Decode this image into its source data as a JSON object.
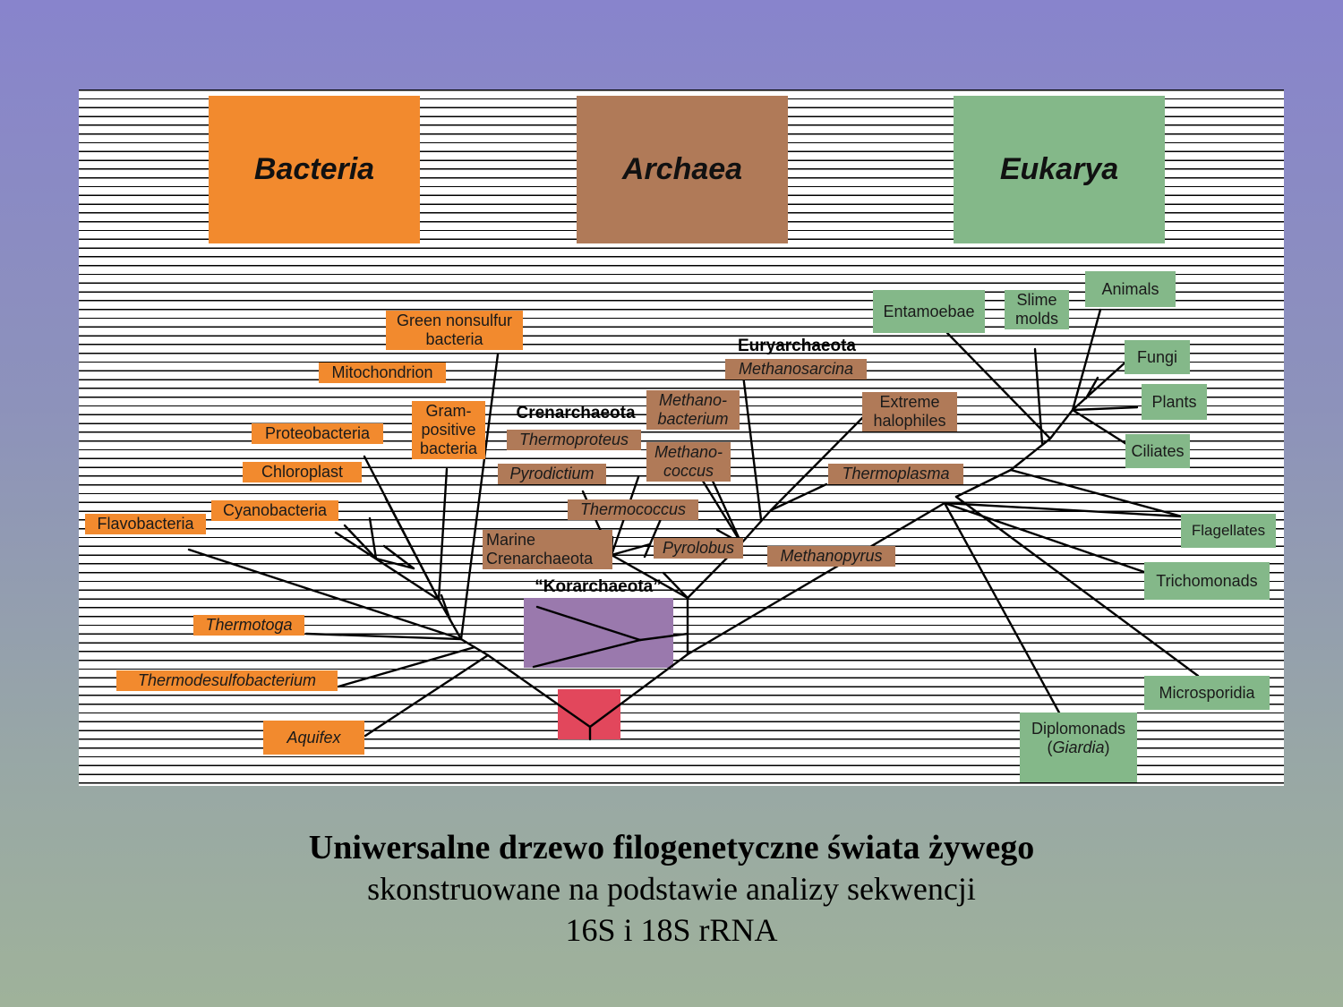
{
  "domains": {
    "bacteria": "Bacteria",
    "archaea": "Archaea",
    "eukarya": "Eukarya"
  },
  "colors": {
    "bacteria": "#f28a2e",
    "archaea": "#b07a58",
    "eukarya": "#84b889",
    "korarchaeota": "#9a79ad",
    "root": "#e2475c"
  },
  "bacteria_labels": {
    "green_nonsulfur_1": "Green nonsulfur",
    "green_nonsulfur_2": "bacteria",
    "mitochondrion": "Mitochondrion",
    "gram_positive_1": "Gram-",
    "gram_positive_2": "positive",
    "gram_positive_3": "bacteria",
    "proteobacteria": "Proteobacteria",
    "chloroplast": "Chloroplast",
    "cyanobacteria": "Cyanobacteria",
    "flavobacteria": "Flavobacteria",
    "thermotoga": "Thermotoga",
    "thermodesulfobacterium": "Thermodesulfobacterium",
    "aquifex": "Aquifex"
  },
  "archaea_labels": {
    "euryarchaeota": "Euryarchaeota",
    "methanosarcina": "Methanosarcina",
    "methanobacterium_1": "Methano-",
    "methanobacterium_2": "bacterium",
    "extreme_halophiles_1": "Extreme",
    "extreme_halophiles_2": "halophiles",
    "crenarchaeota": "Crenarchaeota",
    "thermoproteus": "Thermoproteus",
    "methanococcus_1": "Methano-",
    "methanococcus_2": "coccus",
    "pyrodictium": "Pyrodictium",
    "thermoplasma": "Thermoplasma",
    "thermococcus": "Thermococcus",
    "marine_crenarchaeota_1": "Marine",
    "marine_crenarchaeota_2": "Crenarchaeota",
    "pyrolobus": "Pyrolobus",
    "methanopyrus": "Methanopyrus",
    "korarchaeota": "“Korarchaeota”"
  },
  "eukarya_labels": {
    "animals": "Animals",
    "entamoebae": "Entamoebae",
    "slime_molds_1": "Slime",
    "slime_molds_2": "molds",
    "fungi": "Fungi",
    "plants": "Plants",
    "ciliates": "Ciliates",
    "flagellates": "Flagellates",
    "trichomonads": "Trichomonads",
    "microsporidia": "Microsporidia",
    "diplomonads_1": "Diplomonads",
    "diplomonads_pre": "(",
    "diplomonads_giardia": "Giardia",
    "diplomonads_post": ")"
  },
  "caption": {
    "line1": "Uniwersalne drzewo filogenetyczne świata żywego",
    "line2": "skonstruowane na podstawie analizy sekwencji",
    "line3": "16S i 18S rRNA"
  }
}
